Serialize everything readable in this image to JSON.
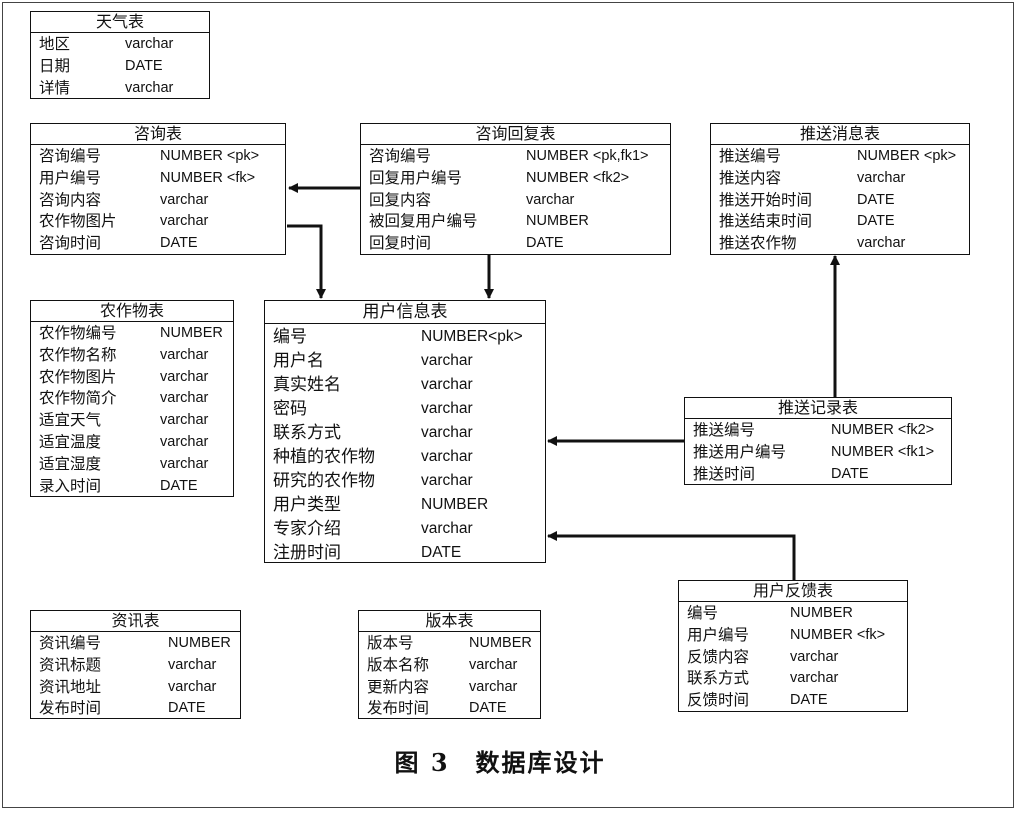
{
  "caption": "图 3　数据库设计",
  "tables": {
    "weather": {
      "title": "天气表",
      "rows": [
        {
          "f": "地区",
          "t": "varchar"
        },
        {
          "f": "日期",
          "t": "DATE"
        },
        {
          "f": "详情",
          "t": "varchar"
        }
      ]
    },
    "consult": {
      "title": "咨询表",
      "rows": [
        {
          "f": "咨询编号",
          "t": "NUMBER <pk>"
        },
        {
          "f": "用户编号",
          "t": "NUMBER <fk>"
        },
        {
          "f": "咨询内容",
          "t": "varchar"
        },
        {
          "f": "农作物图片",
          "t": "varchar"
        },
        {
          "f": "咨询时间",
          "t": "DATE"
        }
      ]
    },
    "reply": {
      "title": "咨询回复表",
      "rows": [
        {
          "f": "咨询编号",
          "t": "NUMBER <pk,fk1>"
        },
        {
          "f": "回复用户编号",
          "t": "NUMBER <fk2>"
        },
        {
          "f": "回复内容",
          "t": "varchar"
        },
        {
          "f": "被回复用户编号",
          "t": "NUMBER"
        },
        {
          "f": "回复时间",
          "t": "DATE"
        }
      ]
    },
    "push_msg": {
      "title": "推送消息表",
      "rows": [
        {
          "f": "推送编号",
          "t": "NUMBER <pk>"
        },
        {
          "f": "推送内容",
          "t": "varchar"
        },
        {
          "f": "推送开始时间",
          "t": "DATE"
        },
        {
          "f": "推送结束时间",
          "t": "DATE"
        },
        {
          "f": "推送农作物",
          "t": "varchar"
        }
      ]
    },
    "crop": {
      "title": "农作物表",
      "rows": [
        {
          "f": "农作物编号",
          "t": "NUMBER"
        },
        {
          "f": "农作物名称",
          "t": "varchar"
        },
        {
          "f": "农作物图片",
          "t": "varchar"
        },
        {
          "f": "农作物简介",
          "t": "varchar"
        },
        {
          "f": "适宜天气",
          "t": "varchar"
        },
        {
          "f": "适宜温度",
          "t": "varchar"
        },
        {
          "f": "适宜湿度",
          "t": "varchar"
        },
        {
          "f": "录入时间",
          "t": "DATE"
        }
      ]
    },
    "user": {
      "title": "用户信息表",
      "rows": [
        {
          "f": "编号",
          "t": "NUMBER<pk>"
        },
        {
          "f": "用户名",
          "t": "varchar"
        },
        {
          "f": "真实姓名",
          "t": "varchar"
        },
        {
          "f": "密码",
          "t": "varchar"
        },
        {
          "f": "联系方式",
          "t": "varchar"
        },
        {
          "f": "种植的农作物",
          "t": "varchar"
        },
        {
          "f": "研究的农作物",
          "t": "varchar"
        },
        {
          "f": "用户类型",
          "t": "NUMBER"
        },
        {
          "f": "专家介绍",
          "t": "varchar"
        },
        {
          "f": "注册时间",
          "t": "DATE"
        }
      ]
    },
    "push_rec": {
      "title": "推送记录表",
      "rows": [
        {
          "f": "推送编号",
          "t": "NUMBER <fk2>"
        },
        {
          "f": "推送用户编号",
          "t": "NUMBER <fk1>"
        },
        {
          "f": "推送时间",
          "t": "DATE"
        }
      ]
    },
    "news": {
      "title": "资讯表",
      "rows": [
        {
          "f": "资讯编号",
          "t": "NUMBER"
        },
        {
          "f": "资讯标题",
          "t": "varchar"
        },
        {
          "f": "资讯地址",
          "t": "varchar"
        },
        {
          "f": "发布时间",
          "t": "DATE"
        }
      ]
    },
    "version": {
      "title": "版本表",
      "rows": [
        {
          "f": "版本号",
          "t": "NUMBER"
        },
        {
          "f": "版本名称",
          "t": "varchar"
        },
        {
          "f": "更新内容",
          "t": "varchar"
        },
        {
          "f": "发布时间",
          "t": "DATE"
        }
      ]
    },
    "feedback": {
      "title": "用户反馈表",
      "rows": [
        {
          "f": "编号",
          "t": "NUMBER"
        },
        {
          "f": "用户编号",
          "t": "NUMBER <fk>"
        },
        {
          "f": "反馈内容",
          "t": "varchar"
        },
        {
          "f": "联系方式",
          "t": "varchar"
        },
        {
          "f": "反馈时间",
          "t": "DATE"
        }
      ]
    }
  }
}
